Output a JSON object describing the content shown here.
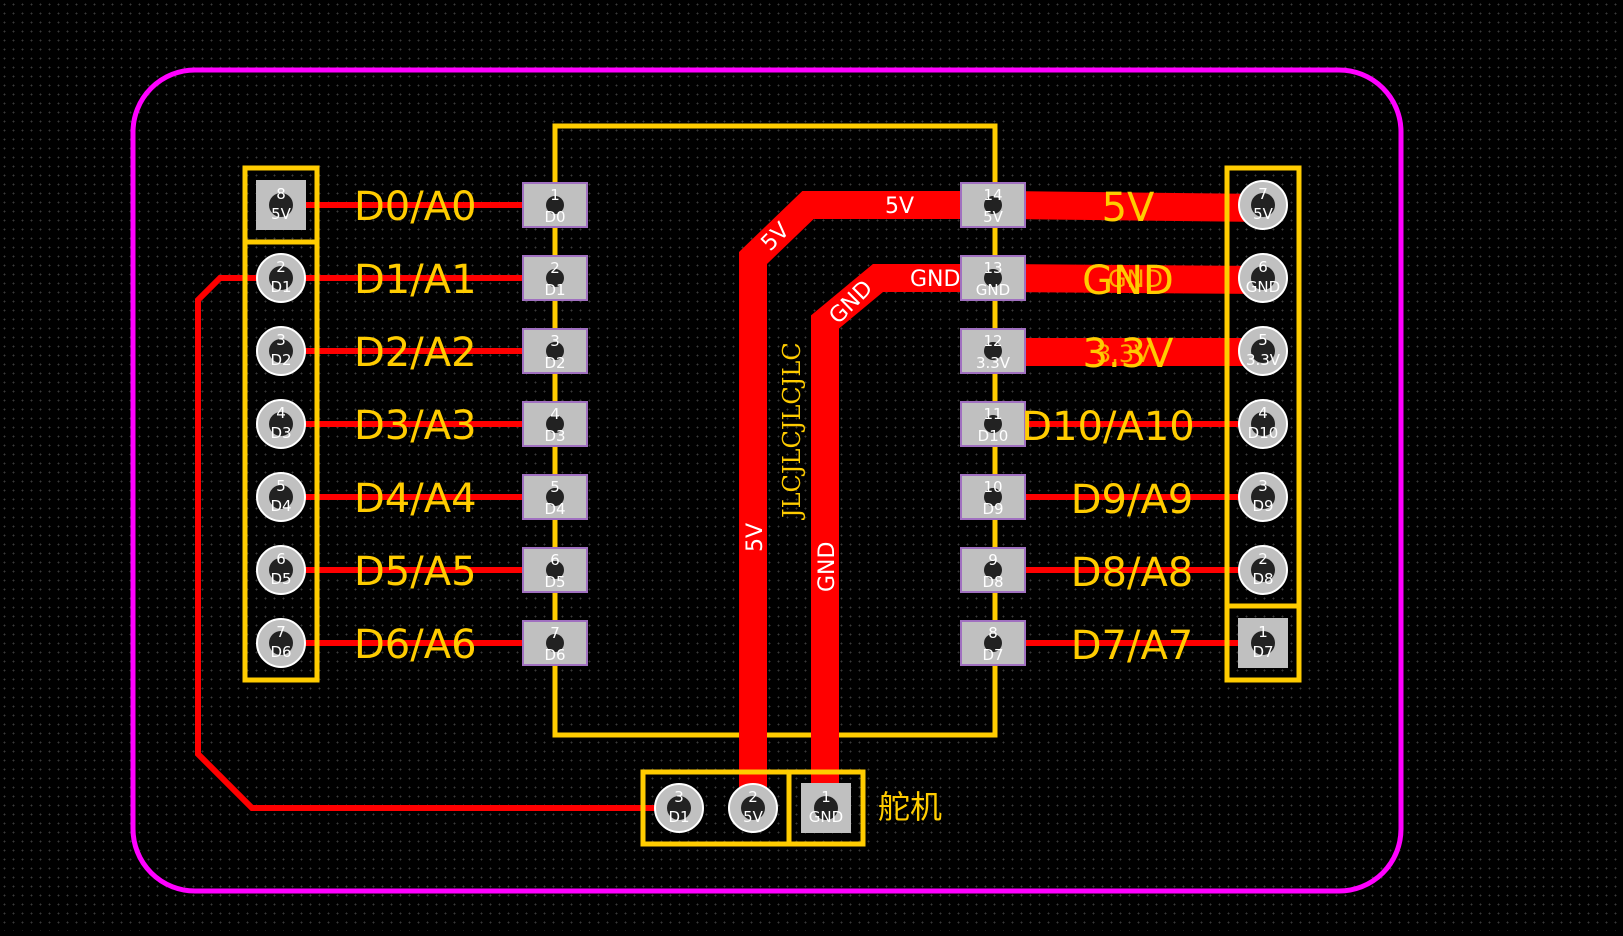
{
  "colors": {
    "background": "#000000",
    "board_outline": "#ff00ff",
    "silkscreen": "#ffcc00",
    "copper": "#ff0000",
    "pad": "#c0c0c0",
    "pad_text": "#ffffff"
  },
  "left_header": {
    "pins": [
      {
        "num": "8",
        "net": "5V",
        "label": "",
        "square": true
      },
      {
        "num": "2",
        "net": "D1",
        "label": "D1/A1"
      },
      {
        "num": "3",
        "net": "D2",
        "label": "D2/A2"
      },
      {
        "num": "4",
        "net": "D3",
        "label": "D3/A3"
      },
      {
        "num": "5",
        "net": "D4",
        "label": "D4/A4"
      },
      {
        "num": "6",
        "net": "D5",
        "label": "D5/A5"
      },
      {
        "num": "7",
        "net": "D6",
        "label": "D6/A6"
      }
    ],
    "first_label": "D0/A0"
  },
  "module_left_pads": [
    {
      "num": "1",
      "net": "D0"
    },
    {
      "num": "2",
      "net": "D1"
    },
    {
      "num": "3",
      "net": "D2"
    },
    {
      "num": "4",
      "net": "D3"
    },
    {
      "num": "5",
      "net": "D4"
    },
    {
      "num": "6",
      "net": "D5"
    },
    {
      "num": "7",
      "net": "D6"
    }
  ],
  "module_right_pads": [
    {
      "num": "14",
      "net": "5V"
    },
    {
      "num": "13",
      "net": "GND"
    },
    {
      "num": "12",
      "net": "3.3V"
    },
    {
      "num": "11",
      "net": "D10"
    },
    {
      "num": "10",
      "net": "D9"
    },
    {
      "num": "9",
      "net": "D8"
    },
    {
      "num": "8",
      "net": "D7"
    }
  ],
  "right_header": {
    "pins": [
      {
        "num": "7",
        "net": "5V",
        "label": "5V"
      },
      {
        "num": "6",
        "net": "GND",
        "label": "GND"
      },
      {
        "num": "5",
        "net": "3.3V",
        "label": "3.3V"
      },
      {
        "num": "4",
        "net": "D10",
        "label": "D10/A10"
      },
      {
        "num": "3",
        "net": "D9",
        "label": "D9/A9"
      },
      {
        "num": "2",
        "net": "D8",
        "label": "D8/A8"
      },
      {
        "num": "1",
        "net": "D7",
        "label": "D7/A7"
      }
    ],
    "pin1_net": "D7"
  },
  "servo_header": {
    "label": "舵机",
    "pins": [
      {
        "num": "3",
        "net": "D1"
      },
      {
        "num": "2",
        "net": "5V"
      },
      {
        "num": "1",
        "net": "GND"
      }
    ]
  },
  "trace_labels": {
    "top_5v": "5V",
    "diag_5v": "5V",
    "vert_5v": "5V",
    "top_gnd": "GND",
    "diag_gnd": "GND",
    "vert_gnd": "GND"
  },
  "overlap_labels": {
    "gnd_small": "GND",
    "v33_small": "3.3V"
  },
  "jlc_text": "JLCJLCJLCJLC"
}
